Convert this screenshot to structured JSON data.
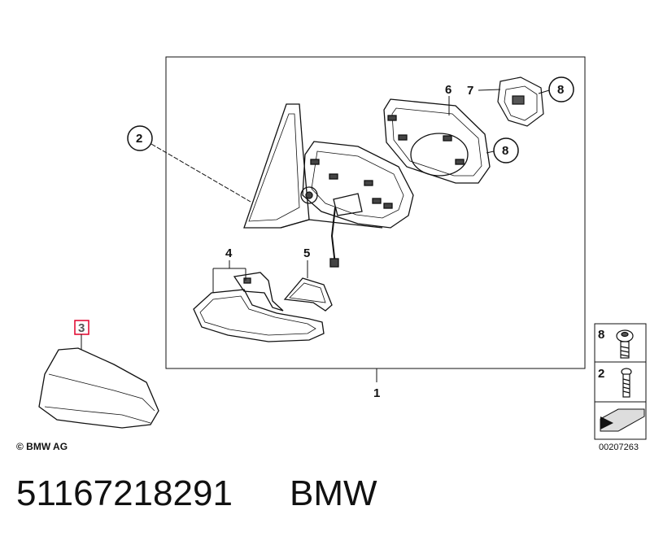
{
  "diagram": {
    "callouts": {
      "c1": "1",
      "c2": "2",
      "c3": "3",
      "c4": "4",
      "c5": "5",
      "c6": "6",
      "c7": "7",
      "c8a": "8",
      "c8b": "8"
    },
    "copyright": "© BMW AG",
    "image_number": "00207263",
    "legend": {
      "row1": "8",
      "row2": "2"
    },
    "colors": {
      "line": "#111111",
      "highlight_box": "#e0002a"
    }
  },
  "footer": {
    "part_number": "51167218291",
    "brand": "BMW"
  }
}
